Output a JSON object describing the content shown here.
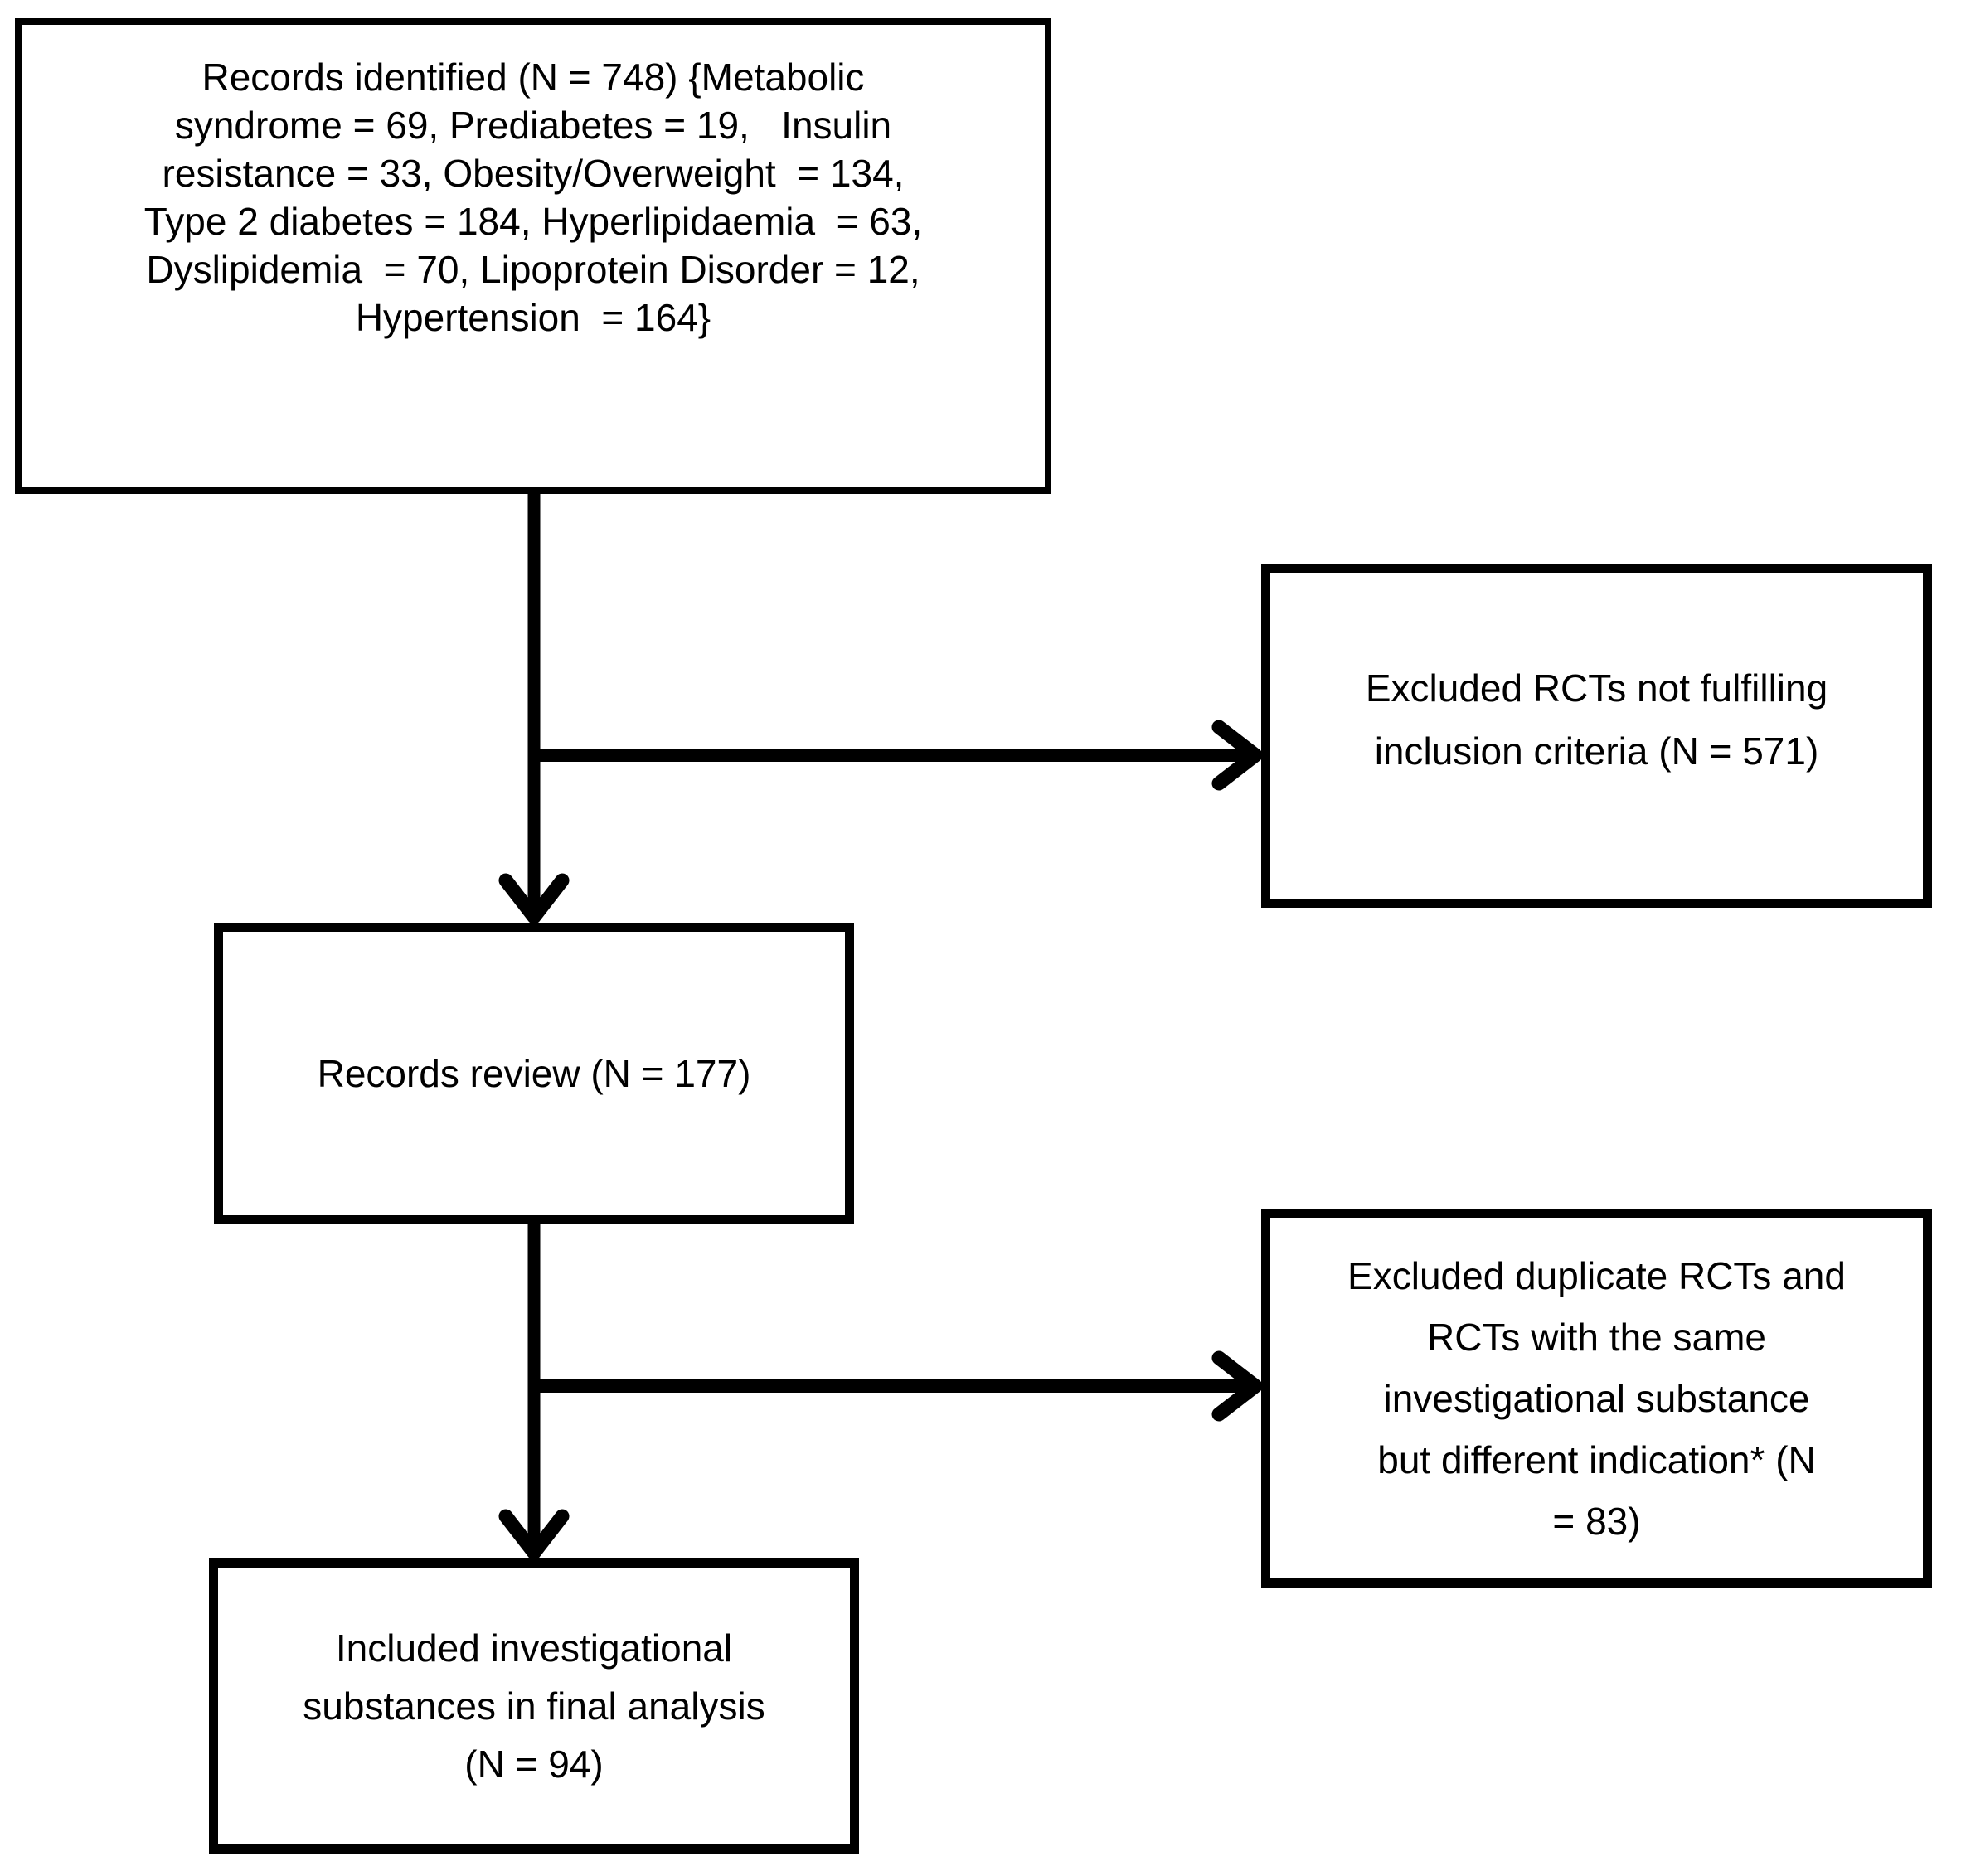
{
  "figure": {
    "background_color": "#ffffff",
    "line_color": "#000000",
    "type": "study-selection-flow-diagram"
  },
  "boxes": {
    "records_identified": {
      "text": "Records identified (N = 748) {Metabolic\nsyndrome = 69, Prediabetes = 19,   Insulin\nresistance = 33, Obesity/Overweight  = 134,\nType 2 diabetes = 184, Hyperlipidaemia  = 63,\nDyslipidemia  = 70, Lipoprotein Disorder = 12,\nHypertension  = 164}",
      "total_n": "748",
      "breakdown": {
        "Metabolic syndrome": "69",
        "Prediabetes": "19",
        "Insulin resistance": "33",
        "Obesity/Overweight": "134",
        "Type 2 diabetes": "184",
        "Hyperlipidaemia": "63",
        "Dyslipidemia": "70",
        "Lipoprotein Disorder": "12",
        "Hypertension": "164"
      }
    },
    "excluded_not_fulfilling": {
      "text": "Excluded RCTs not fulfilling\ninclusion criteria (N = 571)",
      "n": "571"
    },
    "records_review": {
      "text": "Records review (N = 177)",
      "n": "177"
    },
    "excluded_duplicates": {
      "text": "Excluded duplicate RCTs and\nRCTs with the same\ninvestigational substance\nbut different indication* (N\n= 83)",
      "n": "83"
    },
    "included_final": {
      "text": "Included investigational\nsubstances in final analysis\n(N = 94)",
      "n": "94"
    }
  }
}
